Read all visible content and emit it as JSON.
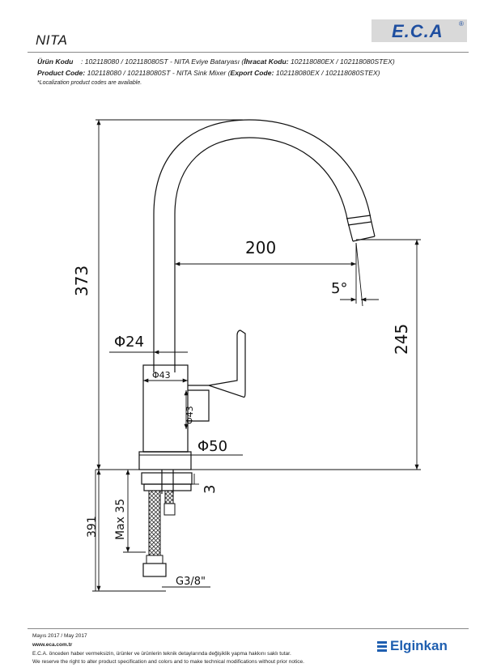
{
  "header": {
    "title": "NITA",
    "logo": "E.C.A",
    "logo_mark": "®"
  },
  "info": {
    "tr_label": "Ürün Kodu",
    "tr_sep": "    : ",
    "tr_value": "102118080 / 102118080ST - NITA Eviye Bataryası (",
    "tr_export_label": "İhracat Kodu:",
    "tr_export_value": " 102118080EX / 102118080STEX)",
    "en_label": "Product Code:",
    "en_value": " 102118080 / 102118080ST - NITA Sink Mixer (",
    "en_export_label": "Export Code:",
    "en_export_value": " 102118080EX / 102118080STEX)",
    "note": "*Localization product codes are available."
  },
  "drawing": {
    "dim_200": "200",
    "dim_373": "373",
    "dim_245": "245",
    "dim_angle": "5°",
    "dim_d24": "Φ24",
    "dim_d43_top": "Φ43",
    "dim_d43_side": "Φ43",
    "dim_d50": "Φ50",
    "dim_3": "3",
    "dim_391": "391",
    "dim_max35": "Max 35",
    "dim_thread": "G3/8\""
  },
  "footer": {
    "date": "Mayıs 2017 / May 2017",
    "website": "www.eca.com.tr",
    "notice_tr": "E.C.A. önceden haber vermeksizin, ürünler ve ürünlerin teknik detaylarında değişiklik yapma hakkını saklı tutar.",
    "notice_en": "We reserve the right to alter product specification and colors and to make technical modifications without prior notice.",
    "brand": "Elginkan"
  }
}
